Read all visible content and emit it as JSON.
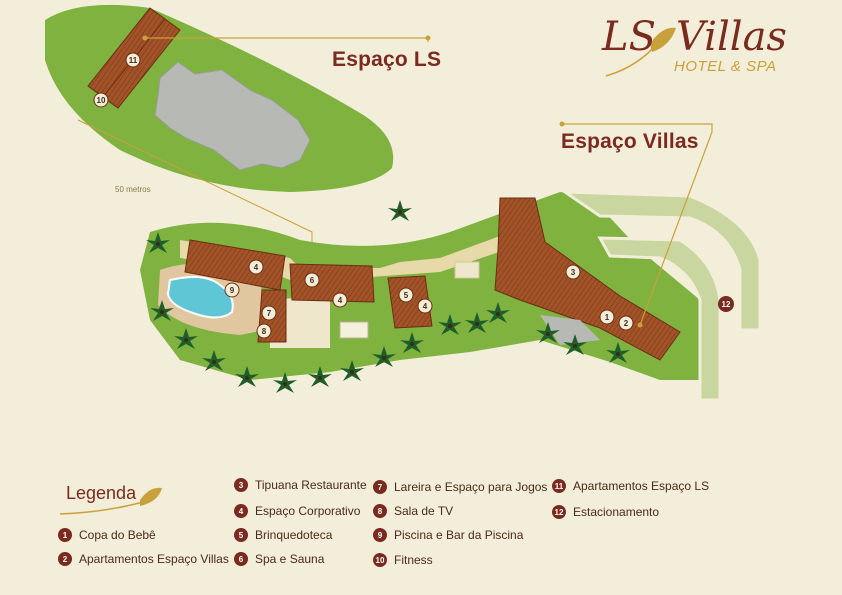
{
  "brand": {
    "name_part1": "LS",
    "name_part2": "Villas",
    "subtitle": "HOTEL & SPA"
  },
  "areas": {
    "espaco_ls": "Espaço LS",
    "espaco_villas": "Espaço Villas"
  },
  "scale_label": "50 metros",
  "legend": {
    "title": "Legenda",
    "items": [
      {
        "number": "1",
        "label": "Copa do Bebê"
      },
      {
        "number": "2",
        "label": "Apartamentos Espaço Villas"
      },
      {
        "number": "3",
        "label": "Tipuana Restaurante"
      },
      {
        "number": "4",
        "label": "Espaço Corporativo"
      },
      {
        "number": "5",
        "label": "Brinquedoteca"
      },
      {
        "number": "6",
        "label": "Spa e Sauna"
      },
      {
        "number": "7",
        "label": "Lareira e Espaço para Jogos"
      },
      {
        "number": "8",
        "label": "Sala de TV"
      },
      {
        "number": "9",
        "label": "Piscina e Bar da Piscina"
      },
      {
        "number": "10",
        "label": "Fitness"
      },
      {
        "number": "11",
        "label": "Apartamentos Espaço LS"
      },
      {
        "number": "12",
        "label": "Estacionamento"
      }
    ]
  },
  "markers": [
    "11",
    "10",
    "4",
    "6",
    "4",
    "9",
    "7",
    "8",
    "5",
    "4",
    "3",
    "1",
    "2",
    "12"
  ],
  "colors": {
    "background": "#f3eed9",
    "grass": "#7fb23f",
    "grass_light": "#c9d6a0",
    "roof": "#a0502a",
    "path": "#e8d9a8",
    "pool": "#5fc6d6",
    "accent": "#7a2a1e",
    "gold": "#c9a13a"
  }
}
